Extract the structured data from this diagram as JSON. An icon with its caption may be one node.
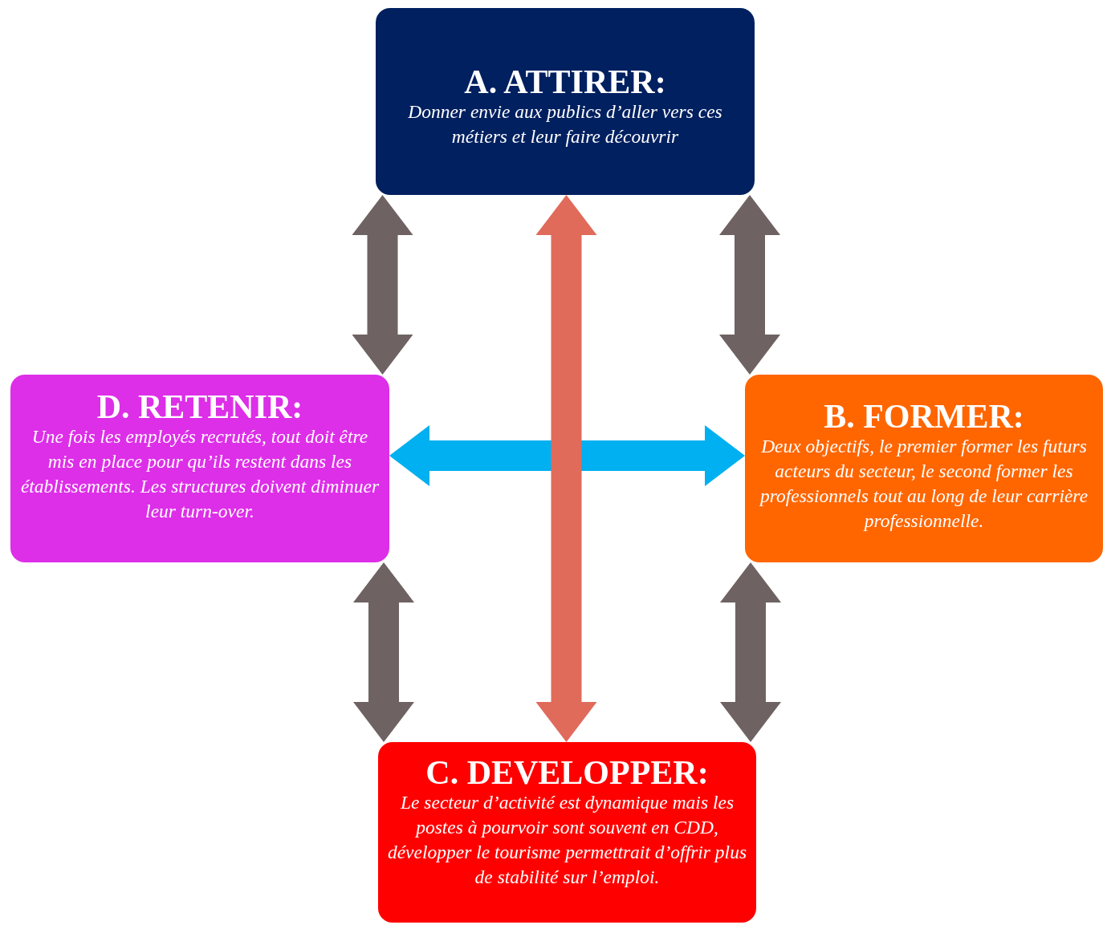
{
  "diagram": {
    "nodes": [
      {
        "text": [
          "A. ATTIRER:",
          "Donner envie aux publics d’aller vers ces métiers et leur faire découvrir"
        ]
      },
      {
        "text": [
          "B. FORMER:",
          "Deux objectifs, le premier former les futurs acteurs du secteur, le second former les professionnels tout au long de leur carrière professionnelle."
        ]
      },
      {
        "text": [
          "C. DEVELOPPER:",
          "Le secteur d’activité est dynamique mais les postes à pourvoir sont souvent en CDD, développer le tourisme permettrait d’offrir plus de stabilité sur l’emploi."
        ]
      },
      {
        "text": [
          "D. RETENIR:",
          "Une fois les employés recrutés, tout doit être mis en place pour qu’ils restent dans les établissements. Les structures doivent diminuer leur turn-over."
        ]
      }
    ],
    "edges": [
      {
        "from": 3,
        "to": 1,
        "arrow": "both",
        "color": "#00b0f0"
      },
      {
        "from": 0,
        "to": 2,
        "arrow": "both",
        "color": "#e06b5b"
      },
      {
        "from": 0,
        "to": 3,
        "arrow": "both"
      },
      {
        "from": 0,
        "to": 1,
        "arrow": "both"
      },
      {
        "from": 3,
        "to": 2,
        "arrow": "both"
      },
      {
        "from": 1,
        "to": 2,
        "arrow": "both"
      }
    ]
  }
}
